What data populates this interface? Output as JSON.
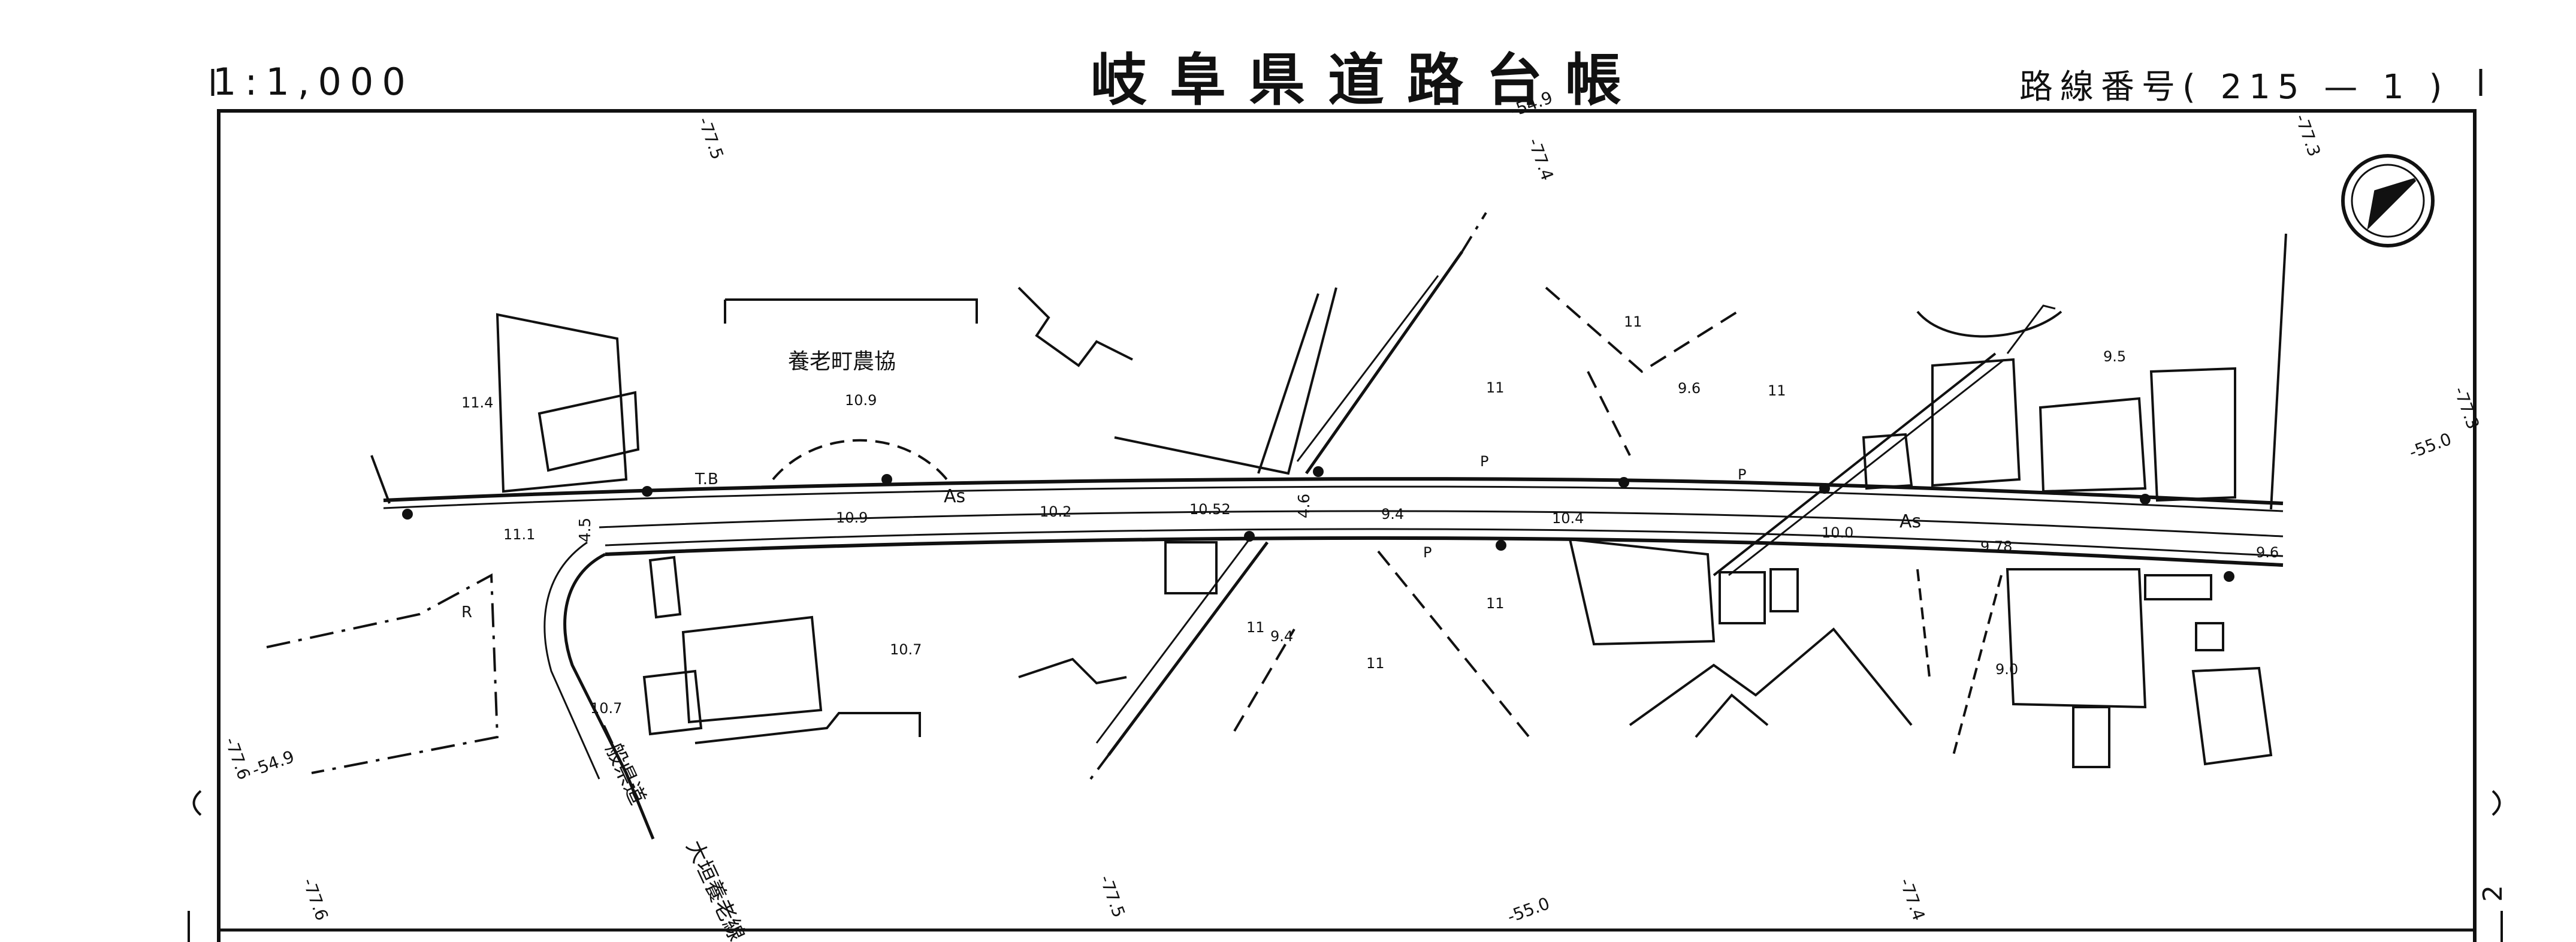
{
  "header": {
    "scale": "1:1,000",
    "title": "岐阜県道路台帳",
    "route_number": "路線番号(  215 — 1   )"
  },
  "labels": {
    "place_kyokai": "養老町農協",
    "road_route_a": "一般県道",
    "road_route_b": "大垣養老線",
    "tb": "T.B",
    "pavement": "As",
    "parcel_mark": "11",
    "power_pole": "P",
    "road_mark": "R",
    "page_side": "2"
  },
  "grid_labels": [
    "-77.5",
    "-54.9",
    "-77.4",
    "-77.3",
    "-55.0",
    "-77.3",
    "-77.6",
    "-54.9",
    "-77.6",
    "-77.5",
    "-55.0",
    "-77.4"
  ],
  "elevations": [
    "11.4",
    "10.9",
    "11.1",
    "10.7",
    "10.9",
    "10.2",
    "10.52",
    "9.4",
    "10.4",
    "10.0",
    "9.6",
    "9.5",
    "9.78",
    "9.6",
    "9.4",
    "10.7",
    "9.0"
  ],
  "widths": [
    "4.5",
    "4.6"
  ],
  "colors": {
    "ink": "#111111",
    "paper": "#ffffff"
  },
  "icons": {
    "north_arrow": "north-arrow-icon"
  }
}
